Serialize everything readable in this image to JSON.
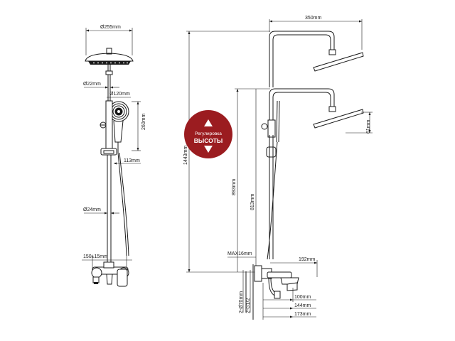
{
  "front_view": {
    "head_diameter": "Ø255mm",
    "pipe_top_diameter": "Ø22mm",
    "hand_diameter": "Ø120mm",
    "hand_height": "260mm",
    "holder_offset": "113mm",
    "pipe_bottom_diameter": "Ø24mm",
    "mixer_spacing": "150±15mm"
  },
  "side_view": {
    "arm_reach": "350mm",
    "head_drop": "61mm",
    "total_height": "1443mm",
    "upper_height": "893mm",
    "lower_height": "813mm",
    "max_offset": "MAX16mm",
    "spout_reach": "192mm",
    "flange_diameter": "2-Ø70mm",
    "thread_size": "2-G1/2",
    "depth_a": "100mm",
    "depth_b": "144mm",
    "depth_c": "173mm"
  },
  "badge": {
    "line1": "Регулировка",
    "line2": "ВЫСОТЫ",
    "color": "#9b1c20",
    "up_icon": "triangle-up-icon",
    "down_icon": "triangle-down-icon"
  }
}
